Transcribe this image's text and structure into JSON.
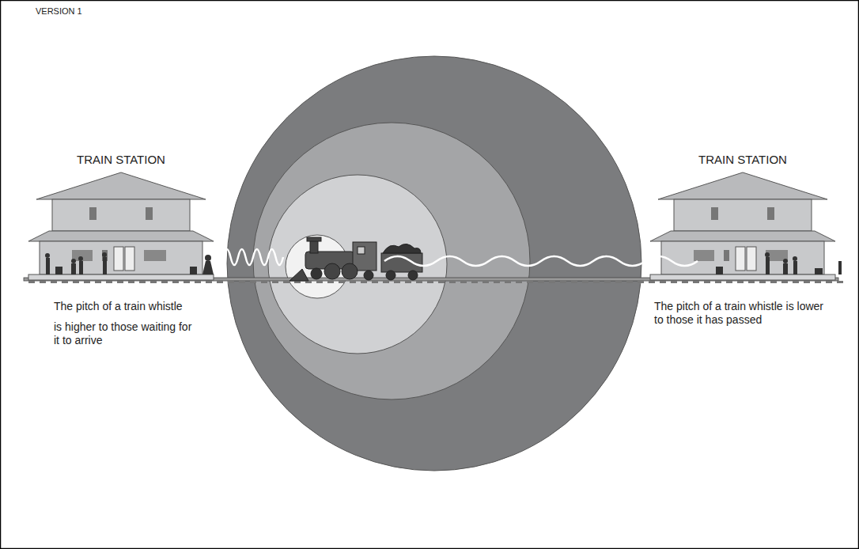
{
  "diagram": {
    "labels": [
      "VERSION 1",
      "TRAIN STATION",
      "TRAIN STATION",
      "The pitch of a train whistle",
      "is higher to those waiting for it to arrive",
      "The pitch of a train whistle is lower to those it has passed"
    ]
  }
}
